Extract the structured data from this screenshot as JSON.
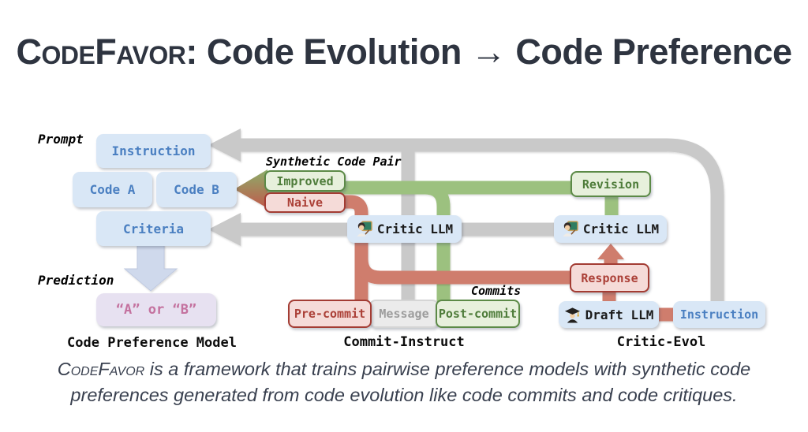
{
  "title": {
    "brand": "CodeFavor",
    "rest": ": Code Evolution → Code Preference"
  },
  "prompt_group": {
    "label": "Prompt",
    "instruction": "Instruction",
    "code_a": "Code A",
    "code_b": "Code B",
    "criteria": "Criteria"
  },
  "prediction": {
    "label": "Prediction",
    "output": "“A” or “B”",
    "section_label": "Code Preference Model"
  },
  "synthetic": {
    "label": "Synthetic Code Pair",
    "improved": "Improved",
    "naive": "Naive"
  },
  "commit_instruct": {
    "critic_llm": "Critic LLM",
    "pre_commit": "Pre-commit",
    "message": "Message",
    "post_commit": "Post-commit",
    "commits_label": "Commits",
    "section_label": "Commit-Instruct"
  },
  "critic_evol": {
    "revision": "Revision",
    "critic_llm": "Critic LLM",
    "response": "Response",
    "draft_llm": "Draft LLM",
    "instruction": "Instruction",
    "section_label": "Critic-Evol"
  },
  "caption": {
    "brand": "CodeFavor",
    "rest": " is a framework that trains pairwise preference models with synthetic code preferences generated from code evolution like code commits and code critiques."
  },
  "icons": {
    "critic": "teacher-icon",
    "draft": "graduate-icon"
  },
  "colors": {
    "pipe_gray": "#c9c9c9",
    "pipe_green": "#9cc17f",
    "pipe_red": "#cf7d6d",
    "arrow_green_top": "#8cae6a",
    "arrow_red_bottom": "#c05a4b",
    "box_blue_bg": "#d9e7f6",
    "box_blue_text": "#4a7fc1",
    "green_bg": "#e7f0dc",
    "green_border": "#5c8a47",
    "green_text": "#4e7c3a",
    "red_bg": "#f5dbd8",
    "red_border": "#a33c33",
    "red_text": "#ab4037",
    "gray_bg": "#ebebeb",
    "gray_border": "#d5d5d5",
    "gray_text": "#9d9d9d",
    "purple_bg": "#e7e1f1",
    "purple_text": "#c4729f",
    "predict_arrow": "#cfd9ec",
    "ink": "#1c1c1c",
    "title_ink": "#2e3440",
    "caption_ink": "#39404f"
  }
}
